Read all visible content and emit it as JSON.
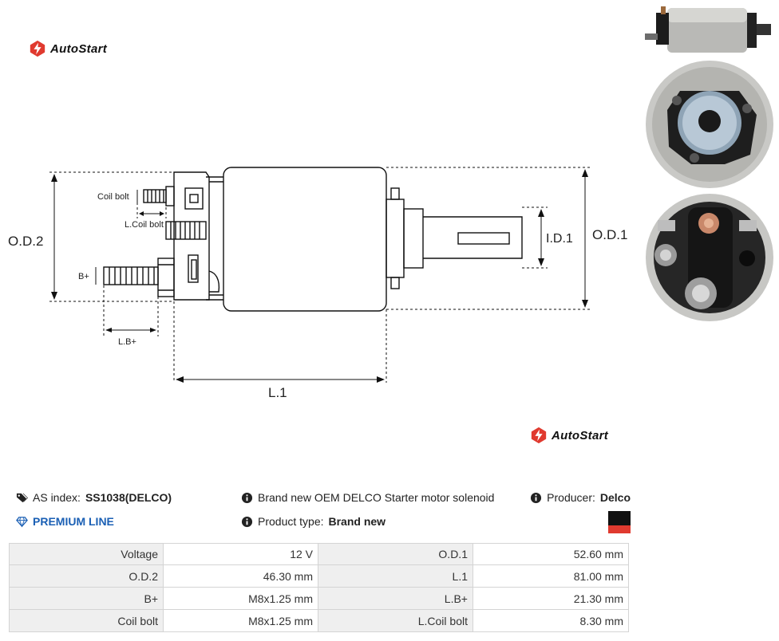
{
  "brand": {
    "name": "AutoStart",
    "accent": "#e03a2f"
  },
  "drawing_labels": {
    "coil_bolt": "Coil bolt",
    "l_coil_bolt": "L.Coil bolt",
    "b_plus": "B+",
    "l_b_plus": "L.B+",
    "od2": "O.D.2",
    "od1": "O.D.1",
    "id1": "I.D.1",
    "l1": "L.1"
  },
  "info": {
    "as_index_label": "AS index:",
    "as_index_value": "SS1038(DELCO)",
    "premium_line": "PREMIUM LINE",
    "description": "Brand new OEM DELCO Starter motor solenoid",
    "product_type_label": "Product type:",
    "product_type_value": "Brand new",
    "producer_label": "Producer:",
    "producer_value": "Delco"
  },
  "specs": [
    [
      "Voltage",
      "12 V",
      "O.D.1",
      "52.60 mm"
    ],
    [
      "O.D.2",
      "46.30 mm",
      "L.1",
      "81.00 mm"
    ],
    [
      "B+",
      "M8x1.25 mm",
      "L.B+",
      "21.30 mm"
    ],
    [
      "Coil bolt",
      "M8x1.25 mm",
      "L.Coil bolt",
      "8.30 mm"
    ]
  ]
}
